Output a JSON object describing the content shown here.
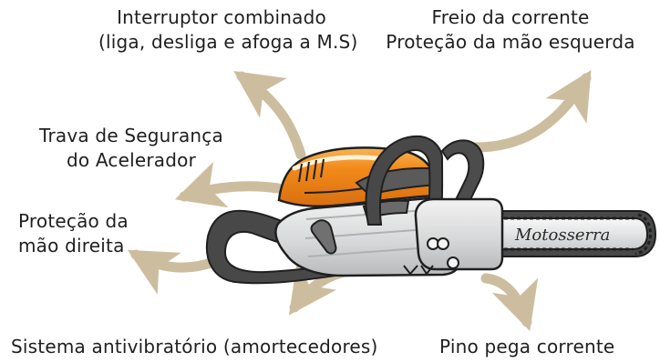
{
  "diagram": {
    "labels": {
      "switch": {
        "line1": "Interruptor combinado",
        "line2": "(liga, desliga e afoga a M.S)"
      },
      "chain_brake": {
        "line1": "Freio da corrente",
        "line2": "Proteção da mão esquerda"
      },
      "throttle_lock": {
        "line1": "Trava de Segurança",
        "line2": "do Acelerador"
      },
      "right_hand": {
        "line1": "Proteção da",
        "line2": "mão direita"
      },
      "antivibration": {
        "line1": "Sistema antivibratório (amortecedores)"
      },
      "chain_catcher": {
        "line1": "Pino pega corrente"
      }
    },
    "bar_text": "Motosserra",
    "colors": {
      "arrow": "#cdbd9f",
      "body_orange": "#f28a1a",
      "body_orange_light": "#f8b55a",
      "metal": "#d8d9da",
      "metal_dark": "#7d8083",
      "handle_dark": "#484848",
      "outline": "#1f1f1f",
      "text": "#1f1f1f"
    }
  }
}
